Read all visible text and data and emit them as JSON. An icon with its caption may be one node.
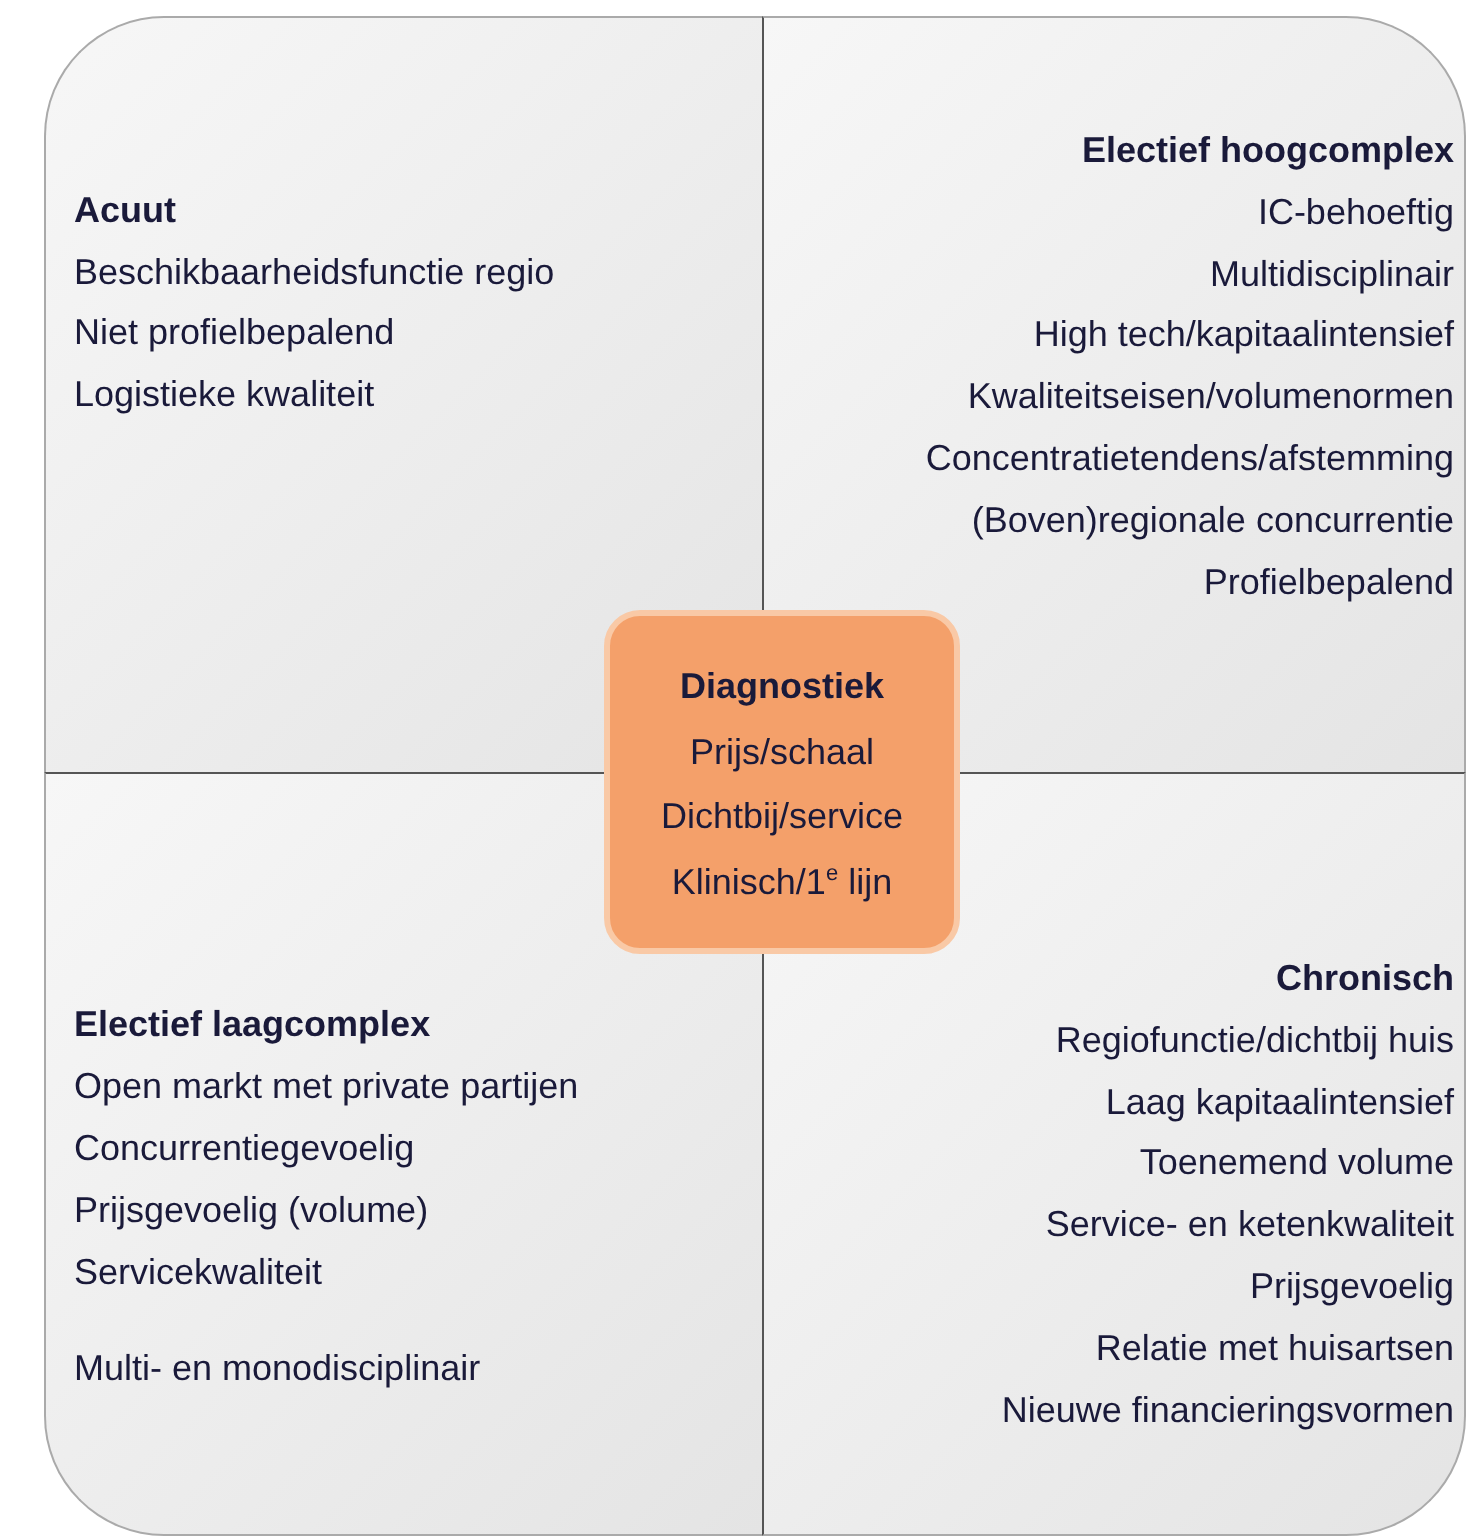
{
  "diagram": {
    "nodes": [
      {
        "text": [
          "Acuut",
          "Beschikbaarheidsfunctie regio",
          "Niet profielbepalend",
          "Logistieke kwaliteit"
        ]
      },
      {
        "text": [
          "Electief hoogcomplex",
          "IC-behoeftig",
          "Multidisciplinair",
          "High tech/kapitaalintensief",
          "Kwaliteitseisen/volumenormen",
          "Concentratietendens/afstemming",
          "(Boven)regionale concurrentie",
          "Profielbepalend"
        ]
      },
      {
        "text": [
          "Electief laagcomplex",
          "Open markt met private partijen",
          "Concurrentiegevoelig",
          "Prijsgevoelig (volume)",
          "Servicekwaliteit",
          "Multi- en monodisciplinair"
        ]
      },
      {
        "text": [
          "Chronisch",
          "Regiofunctie/dichtbij huis",
          "Laag kapitaalintensief",
          "Toenemend volume",
          "Service- en ketenkwaliteit",
          "Prijsgevoelig",
          "Relatie met huisartsen",
          "Nieuwe financieringsvormen"
        ]
      },
      {
        "text": [
          "Diagnostiek",
          "Prijs/schaal",
          "Dichtbij/service",
          "Klinisch/1$^{e}$ lijn"
        ]
      }
    ],
    "edges": []
  }
}
